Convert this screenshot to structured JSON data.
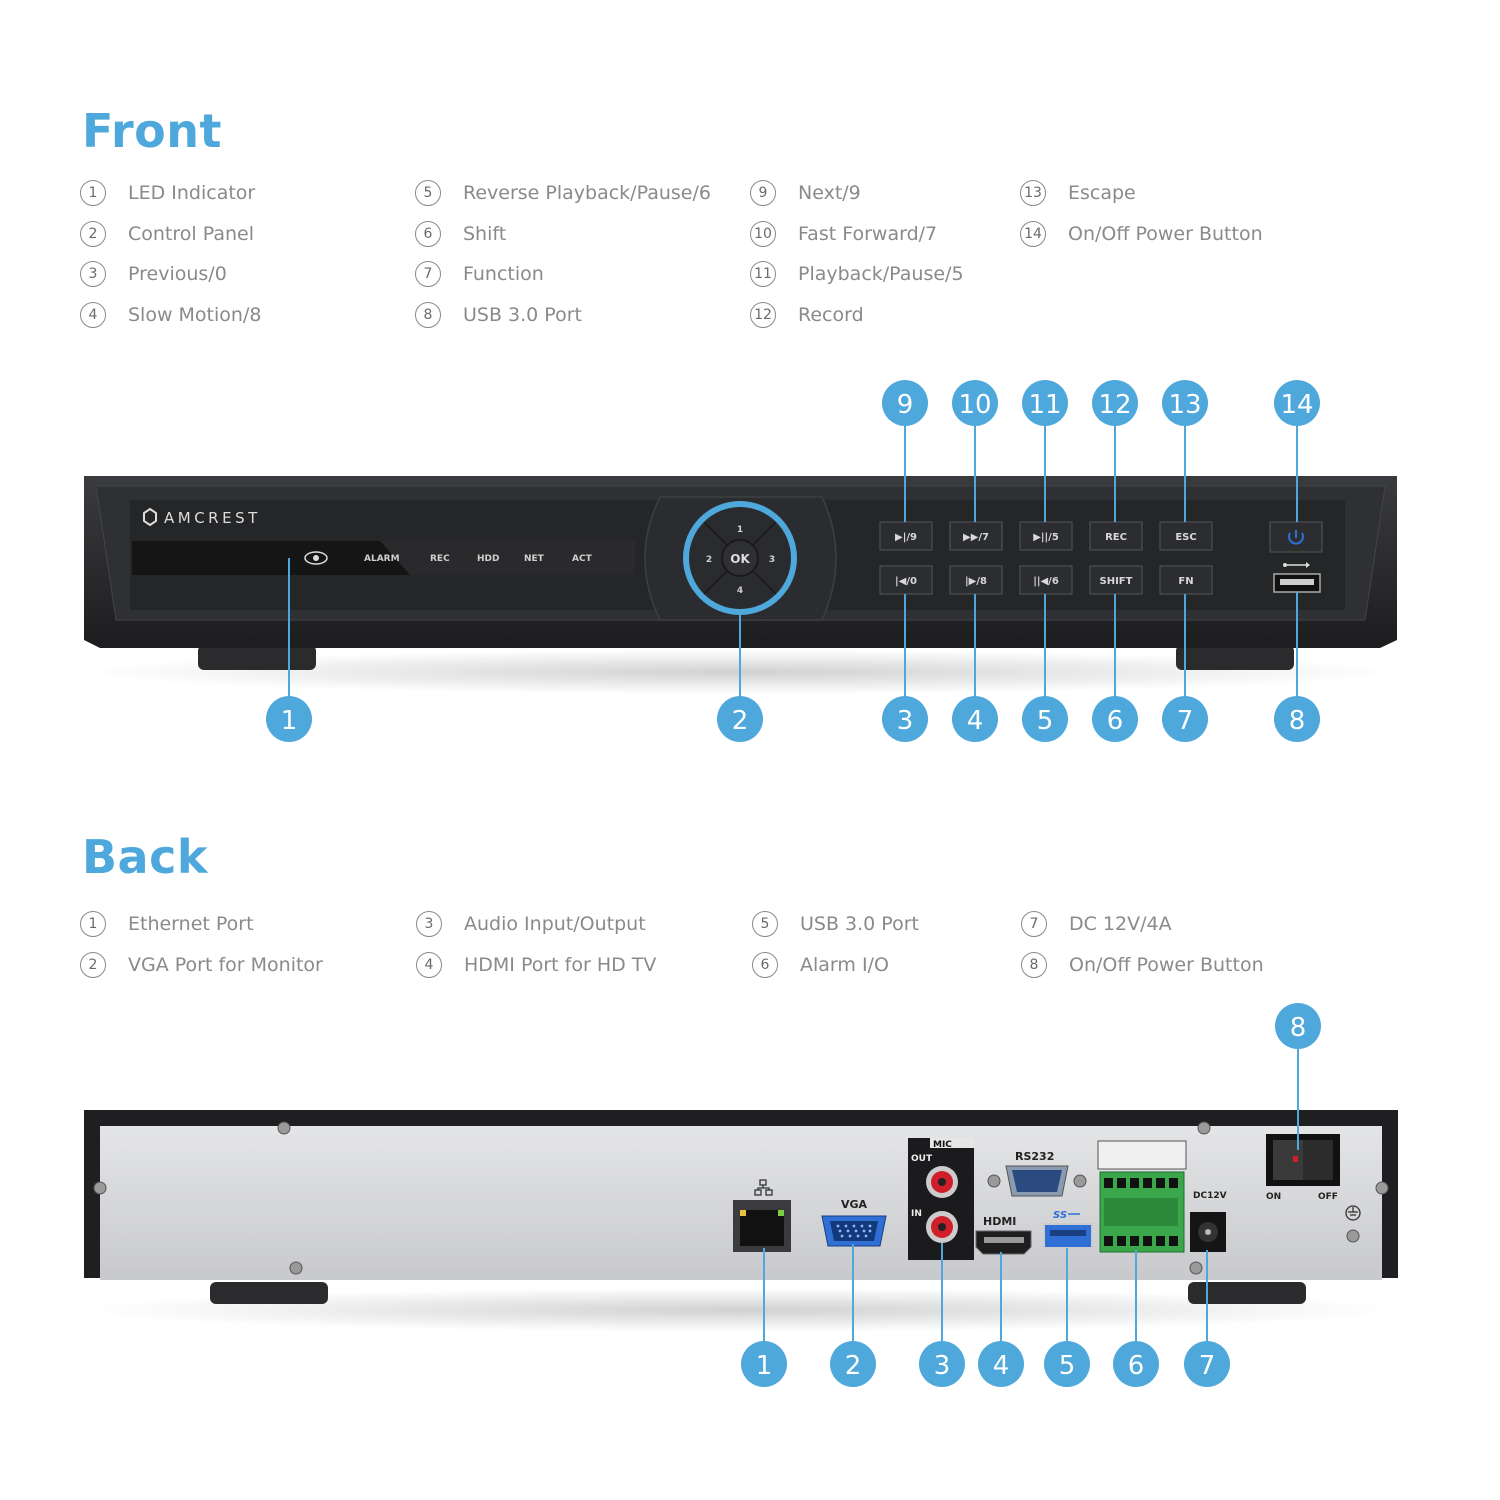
{
  "front": {
    "title": "Front",
    "legend": [
      {
        "num": "1",
        "label": "LED Indicator"
      },
      {
        "num": "2",
        "label": "Control Panel"
      },
      {
        "num": "3",
        "label": "Previous/0"
      },
      {
        "num": "4",
        "label": "Slow Motion/8"
      },
      {
        "num": "5",
        "label": "Reverse Playback/Pause/6"
      },
      {
        "num": "6",
        "label": "Shift"
      },
      {
        "num": "7",
        "label": "Function"
      },
      {
        "num": "8",
        "label": "USB 3.0 Port"
      },
      {
        "num": "9",
        "label": "Next/9"
      },
      {
        "num": "10",
        "label": "Fast Forward/7"
      },
      {
        "num": "11",
        "label": "Playback/Pause/5"
      },
      {
        "num": "12",
        "label": "Record"
      },
      {
        "num": "13",
        "label": "Escape"
      },
      {
        "num": "14",
        "label": "On/Off Power Button"
      }
    ],
    "brand": "AMCREST",
    "leds": [
      "ALARM",
      "REC",
      "HDD",
      "NET",
      "ACT"
    ],
    "ok_label": "OK",
    "dpad": [
      "1",
      "2",
      "3",
      "4"
    ],
    "buttons_top": [
      "▶|/9",
      "▶▶/7",
      "▶||/5",
      "REC",
      "ESC"
    ],
    "buttons_bottom": [
      "|◀/0",
      "|▶/8",
      "||◀/6",
      "SHIFT",
      "FN"
    ],
    "callouts_top": [
      "9",
      "10",
      "11",
      "12",
      "13",
      "14"
    ],
    "callouts_bottom": [
      "1",
      "2",
      "3",
      "4",
      "5",
      "6",
      "7",
      "8"
    ]
  },
  "back": {
    "title": "Back",
    "legend": [
      {
        "num": "1",
        "label": "Ethernet Port"
      },
      {
        "num": "2",
        "label": "VGA Port for Monitor"
      },
      {
        "num": "3",
        "label": "Audio Input/Output"
      },
      {
        "num": "4",
        "label": "HDMI Port for HD TV"
      },
      {
        "num": "5",
        "label": "USB 3.0 Port"
      },
      {
        "num": "6",
        "label": "Alarm I/O"
      },
      {
        "num": "7",
        "label": "DC 12V/4A"
      },
      {
        "num": "8",
        "label": "On/Off Power Button"
      }
    ],
    "port_labels": {
      "vga": "VGA",
      "mic": "MIC",
      "out": "OUT",
      "in": "IN",
      "rs232": "RS232",
      "hdmi": "HDMI",
      "dc": "DC12V",
      "on": "ON",
      "off": "OFF"
    },
    "callouts_top": [
      "8"
    ],
    "callouts_bottom": [
      "1",
      "2",
      "3",
      "4",
      "5",
      "6",
      "7"
    ]
  },
  "colors": {
    "accent": "#4ea8dc",
    "device": "#2a2a2c",
    "panel": "#d9dadc"
  }
}
